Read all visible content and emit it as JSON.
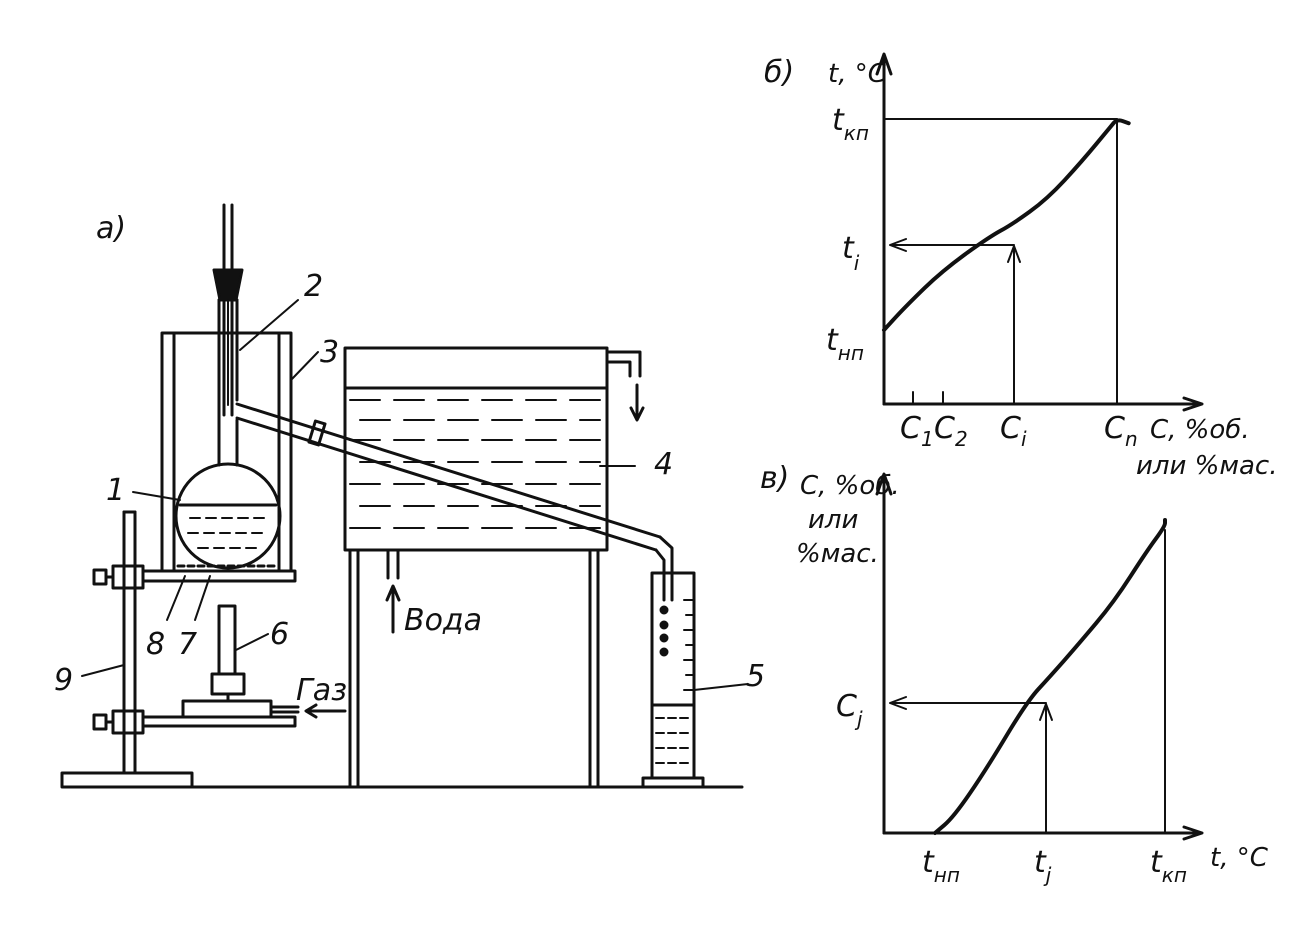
{
  "panel_a": {
    "label": "а)",
    "parts": {
      "p1": "1",
      "p2": "2",
      "p3": "3",
      "p4": "4",
      "p5": "5",
      "p6": "6",
      "p7": "7",
      "p8": "8",
      "p9": "9"
    },
    "water_label": "Вода",
    "gas_label": "Газ"
  },
  "chart_data": [
    {
      "type": "line",
      "panel_label": "б)",
      "ylabel": "t, °C",
      "xlabel_line1": "C, %об.",
      "xlabel_line2": "или %мас.",
      "x_ticks": {
        "c1": "C",
        "c1_sub": "1",
        "c2": "C",
        "c2_sub": "2",
        "ci": "C",
        "ci_sub": "i",
        "cn": "C",
        "cn_sub": "n"
      },
      "y_ticks": {
        "tkp": "t",
        "tkp_sub": "кп",
        "ti": "t",
        "ti_sub": "i",
        "tnp": "t",
        "tnp_sub": "нп"
      },
      "series": [
        {
          "x": [
            0.0,
            0.1,
            0.25,
            0.45,
            0.55,
            0.7,
            0.85,
            0.97,
            1.0,
            1.05
          ],
          "y": [
            0.0,
            0.12,
            0.28,
            0.44,
            0.5,
            0.62,
            0.8,
            0.96,
            1.0,
            0.98
          ]
        }
      ]
    },
    {
      "type": "line",
      "panel_label": "в)",
      "ylabel_line1": "C, %об.",
      "ylabel_line2": "или",
      "ylabel_line3": "%мас.",
      "xlabel": "t, °C",
      "x_ticks": {
        "tnp": "t",
        "tnp_sub": "нп",
        "tj": "t",
        "tj_sub": "j",
        "tkp": "t",
        "tkp_sub": "кп"
      },
      "y_ticks": {
        "cj": "C",
        "cj_sub": "j"
      },
      "series": [
        {
          "x": [
            0.0,
            0.08,
            0.22,
            0.4,
            0.5,
            0.62,
            0.78,
            0.92,
            1.0,
            1.0
          ],
          "y": [
            0.0,
            0.05,
            0.2,
            0.42,
            0.5,
            0.6,
            0.74,
            0.9,
            0.98,
            1.0
          ]
        }
      ]
    }
  ]
}
